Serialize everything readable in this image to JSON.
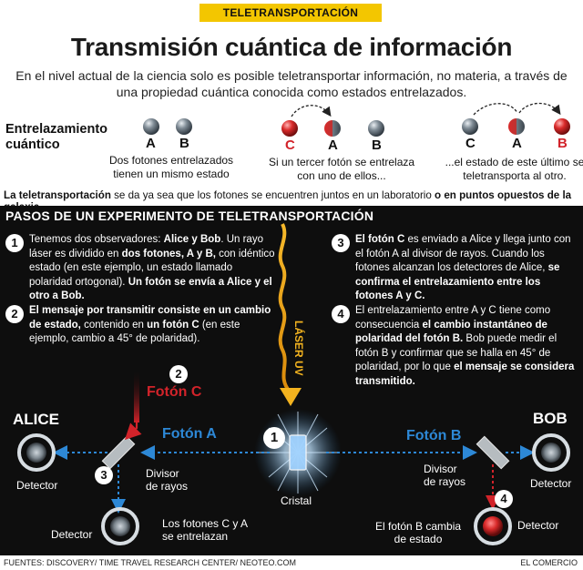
{
  "tag": "TELETRANSPORTACIÓN",
  "title": "Transmisión cuántica de información",
  "intro": "En el nivel actual de la ciencia solo es posible teletransportar información, no materia, a través de una propiedad cuántica conocida como estados entrelazados.",
  "entanglement": {
    "label_line1": "Entrelazamiento",
    "label_line2": "cuántico",
    "panel1": {
      "letters": [
        "A",
        "B"
      ],
      "caption_line1": "Dos fotones entrelazados",
      "caption_line2": "tienen un mismo estado"
    },
    "panel2": {
      "letters": [
        "C",
        "A",
        "B"
      ],
      "caption_line1": "Si un tercer fotón se entrelaza",
      "caption_line2": "con uno de ellos..."
    },
    "panel3": {
      "letters": [
        "C",
        "A",
        "B"
      ],
      "caption_line1": "...el estado de este último se",
      "caption_line2": "teletransporta al otro."
    }
  },
  "tele_note": {
    "bold1": "La teletransportación",
    "mid": " se da ya sea que los fotones se encuentren juntos en un laboratorio ",
    "bold2": "o en puntos opuestos de la galaxia"
  },
  "steps_title": "PASOS DE UN EXPERIMENTO DE TELETRANSPORTACIÓN",
  "steps": [
    {
      "n": "1",
      "parts": [
        {
          "t": "Tenemos dos observadores: ",
          "b": false
        },
        {
          "t": "Alice y  Bob",
          "b": true
        },
        {
          "t": ". Un rayo láser es dividido en ",
          "b": false
        },
        {
          "t": "dos fotones, A y B,",
          "b": true
        },
        {
          "t": " con idéntico estado (en este ejemplo, un estado llamado polaridad ortogonal). ",
          "b": false
        },
        {
          "t": "Un fotón se envía a Alice y el otro a Bob.",
          "b": true
        }
      ]
    },
    {
      "n": "2",
      "parts": [
        {
          "t": "El mensaje por transmitir consiste en un cambio de estado,",
          "b": true
        },
        {
          "t": " contenido en ",
          "b": false
        },
        {
          "t": "un fotón C",
          "b": true
        },
        {
          "t": " (en este ejemplo, cambio a 45° de polaridad).",
          "b": false
        }
      ]
    },
    {
      "n": "3",
      "parts": [
        {
          "t": "El fotón C",
          "b": true
        },
        {
          "t": " es enviado a Alice y llega junto con el fotón A al divisor de rayos. Cuando los fotones alcanzan los detectores de Alice, ",
          "b": false
        },
        {
          "t": "se confirma el entrelazamiento entre los fotones A y C.",
          "b": true
        }
      ]
    },
    {
      "n": "4",
      "parts": [
        {
          "t": "El entrelazamiento entre A y C tiene como consecuencia ",
          "b": false
        },
        {
          "t": "el cambio instantáneo de polaridad del fotón B.",
          "b": true
        },
        {
          "t": " Bob puede medir el fotón B y confirmar que se halla en 45° de polaridad,  por lo que ",
          "b": false
        },
        {
          "t": "el mensaje se considera transmitido.",
          "b": true
        }
      ]
    }
  ],
  "diagram": {
    "laser": "LÁSER UV",
    "foton_c": "Fotón C",
    "foton_a": "Fotón A",
    "foton_b": "Fotón B",
    "alice": "ALICE",
    "bob": "BOB",
    "detector": "Detector",
    "divisor_line1": "Divisor",
    "divisor_line2": "de rayos",
    "cristal": "Cristal",
    "ca_line1": "Los fotones C y A",
    "ca_line2": "se entrelazan",
    "fb_line1": "El fotón B cambia",
    "fb_line2": "de estado",
    "num1": "1",
    "num2": "2",
    "num3": "3",
    "num4": "4"
  },
  "sources": "FUENTES: DISCOVERY/ TIME TRAVEL RESEARCH CENTER/ NEOTEO.COM",
  "brand": "EL COMERCIO",
  "colors": {
    "accent_yellow": "#f3c600",
    "photon_blue": "#2d88d6",
    "photon_red": "#d2232a",
    "laser_gold": "#e8a516"
  }
}
